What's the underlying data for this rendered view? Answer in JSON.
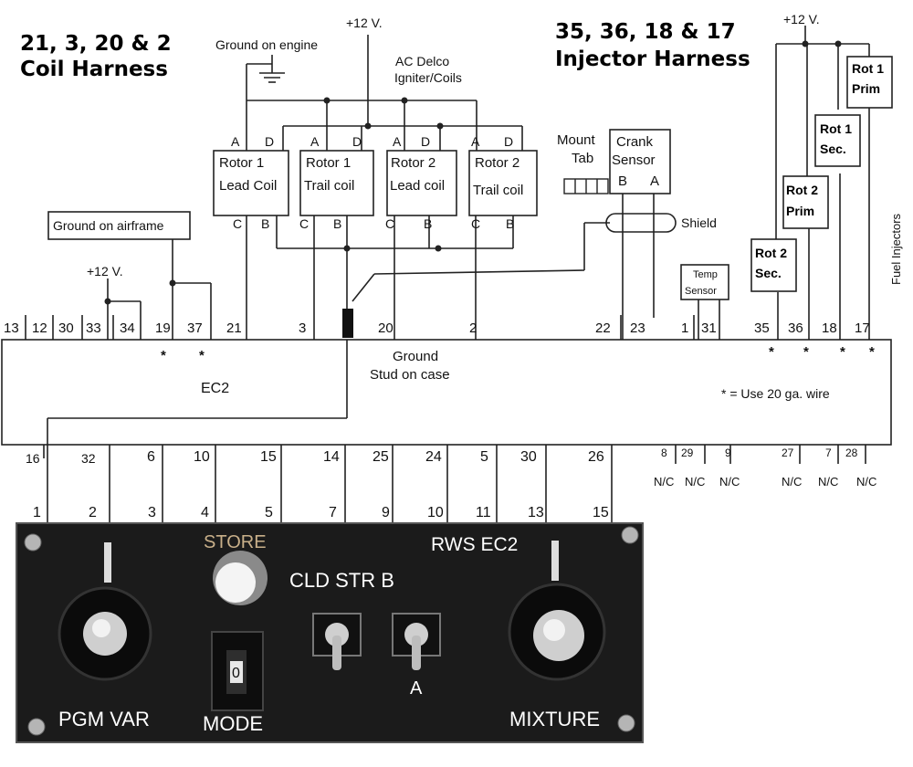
{
  "headings": {
    "coil_line1": "21, 3, 20 & 2",
    "coil_line2": "Coil Harness",
    "inj_line1": "35, 36, 18 & 17",
    "inj_line2": "Injector Harness"
  },
  "labels": {
    "plus12_top": "+12 V.",
    "plus12_right": "+12 V.",
    "plus12_left": "+12 V.",
    "ground_engine": "Ground on engine",
    "ac_delco_1": "AC Delco",
    "ac_delco_2": "Igniter/Coils",
    "ground_airframe": "Ground on airframe",
    "mount_tab_1": "Mount",
    "mount_tab_2": "Tab",
    "shield": "Shield",
    "temp_1": "Temp",
    "temp_2": "Sensor",
    "fuel_injectors": "Fuel Injectors",
    "ec2": "EC2",
    "ground_stud_1": "Ground",
    "ground_stud_2": "Stud  on case",
    "wire_note": "* = Use 20 ga. wire",
    "star": "*"
  },
  "coils": [
    {
      "line1": "Rotor 1",
      "line2": "Lead Coil",
      "t1": "A",
      "t2": "D",
      "b1": "C",
      "b2": "B"
    },
    {
      "line1": "Rotor 1",
      "line2": "Trail coil",
      "t1": "A",
      "t2": "D",
      "b1": "C",
      "b2": "B"
    },
    {
      "line1": "Rotor 2",
      "line2": "Lead coil",
      "t1": "A",
      "t2": "D",
      "b1": "C",
      "b2": "B"
    },
    {
      "line1": "Rotor 2",
      "line2": "Trail coil",
      "t1": "A",
      "t2": "D",
      "b1": "C",
      "b2": "B"
    }
  ],
  "crank": {
    "line1": "Crank",
    "line2": "Sensor",
    "pinB": "B",
    "pinA": "A"
  },
  "injectors": [
    {
      "line1": "Rot 1",
      "line2": "Prim"
    },
    {
      "line1": "Rot 1",
      "line2": "Sec."
    },
    {
      "line1": "Rot 2",
      "line2": "Prim"
    },
    {
      "line1": "Rot 2",
      "line2": "Sec."
    }
  ],
  "top_pins": [
    "13",
    "12",
    "30",
    "33",
    "34",
    "19",
    "37",
    "21",
    "3",
    "20",
    "2",
    "22",
    "23",
    "1",
    "31",
    "35",
    "36",
    "18",
    "17"
  ],
  "bottom_pins": [
    "16",
    "32",
    "6",
    "10",
    "15",
    "14",
    "25",
    "24",
    "5",
    "30",
    "26",
    "8",
    "29",
    "9",
    "27",
    "7",
    "28"
  ],
  "nc_labels": [
    "N/C",
    "N/C",
    "N/C",
    "N/C",
    "N/C",
    "N/C"
  ],
  "panel_pins": [
    "1",
    "2",
    "3",
    "4",
    "5",
    "7",
    "9",
    "10",
    "11",
    "13",
    "15"
  ],
  "panel": {
    "store": "STORE",
    "title": "RWS EC2",
    "switches": "CLD  STR  B",
    "switch_a": "A",
    "pgm_var": "PGM VAR",
    "mode": "MODE",
    "mixture": "MIXTURE",
    "mode_digit": "0"
  }
}
